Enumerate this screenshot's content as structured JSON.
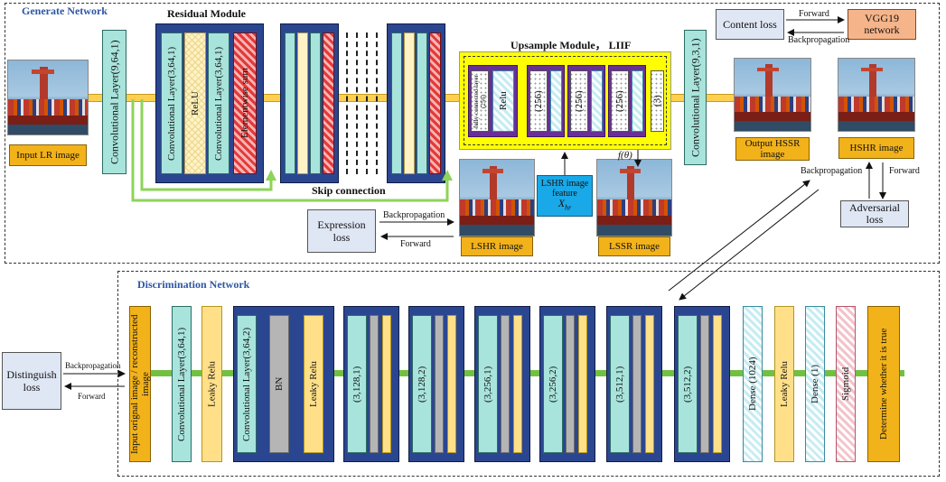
{
  "generate": {
    "title": "Generate Network",
    "input_label": "Input LR image",
    "conv_first": "Convolutional Layer(9,64,1)",
    "residual_title": "Residual Module",
    "res_conv1": "Convolutional Layer(3,64,1)",
    "res_relu": "ReLU",
    "res_conv2": "Convolutional Layer(3,64,1)",
    "res_sum": "Elementwise sum",
    "skip_label": "Skip connection",
    "upsample_title": "Upsample Module， LIIF",
    "fc_label": "fully connected layer (256)",
    "relu_label": "Relu",
    "u1": "(256)",
    "u2": "(256)",
    "u3": "(256)",
    "u4": "(3)",
    "conv_last": "Convolutional Layer(9,3,1)",
    "output_label": "Output HSSR image",
    "hshr_label": "HSHR image",
    "lshr_label": "LSHR image",
    "lssr_label": "LSSR image",
    "feature_label": "LSHR image feature",
    "feature_symbol": "X",
    "feature_sub": "hr",
    "f_theta": "f(θ)",
    "expression_loss": "Expression loss",
    "content_loss": "Content loss",
    "vgg": "VGG19 network",
    "adversarial_loss": "Adversarial loss",
    "forward": "Forward",
    "backprop": "Backpropagation"
  },
  "discriminate": {
    "title": "Discrimination Network",
    "input_label": "Input  orignal image / reconstructed image",
    "conv1": "Convolutional Layer(3,64,1)",
    "leaky1": "Leaky Relu",
    "conv2": "Convolutional Layer(3,64,2)",
    "bn": "BN",
    "leaky2": "Leaky Relu",
    "blocks": [
      "(3,128,1)",
      "(3,128,2)",
      "(3,256,1)",
      "(3,256,2)",
      "(3,512,1)",
      "(3,512,2)"
    ],
    "dense1": "Dense  (1024)",
    "leaky3": "Leaky Relu",
    "dense2": "Dense  (1)",
    "sigmoid": "Sigmoid",
    "output": "Determine whether it is true",
    "distinguish_loss": "Distinguish loss",
    "backprop": "Backpropagation",
    "forward": "Forward"
  },
  "colors": {
    "title_blue": "#2e56a3",
    "module_navy": "#2b4690",
    "conv_teal": "#a8e4dc",
    "label_orange": "#f2b21a",
    "skip_green": "#8ed35a",
    "upsample_yellow": "#ffff00",
    "vgg_orange": "#f6b48a"
  }
}
